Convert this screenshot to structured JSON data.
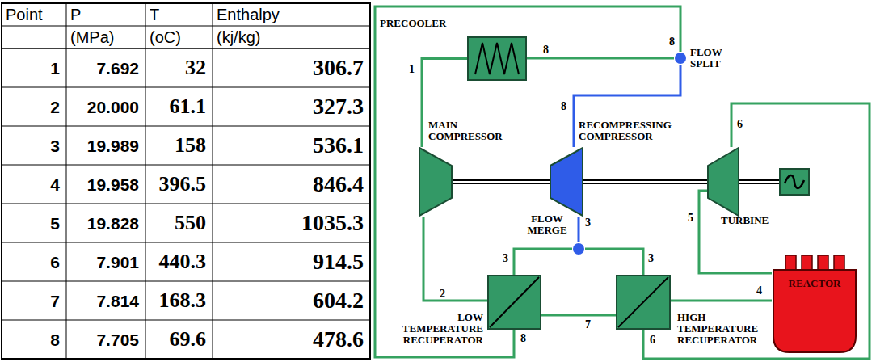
{
  "diagram": {
    "nodes": [
      {
        "text": [
          "PRECOOLER"
        ]
      },
      {
        "text": [
          "FLOW SPLIT"
        ]
      },
      {
        "text": [
          "MAIN COMPRESSOR"
        ]
      },
      {
        "text": [
          "RECOMPRESSING COMPRESSOR"
        ]
      },
      {
        "text": [
          "TURBINE"
        ]
      },
      {
        "text": [
          "FLOW MERGE"
        ]
      },
      {
        "text": [
          "LOW TEMPERATURE RECUPERATOR"
        ]
      },
      {
        "text": [
          "HIGH TEMPERATURE RECUPERATOR"
        ]
      },
      {
        "text": [
          "REACTOR"
        ]
      }
    ],
    "edges": [
      {
        "from": 1,
        "to": 0,
        "label": "8",
        "arrow": "none"
      },
      {
        "from": 0,
        "to": 2,
        "label": "1",
        "arrow": "none"
      },
      {
        "from": 2,
        "to": 6,
        "label": "2",
        "arrow": "none"
      },
      {
        "from": 1,
        "to": 3,
        "label": "8",
        "arrow": "none"
      },
      {
        "from": 3,
        "to": 5,
        "label": "3",
        "arrow": "none"
      },
      {
        "from": 6,
        "to": 5,
        "label": "3",
        "arrow": "none"
      },
      {
        "from": 5,
        "to": 7,
        "label": "3",
        "arrow": "none"
      },
      {
        "from": 7,
        "to": 8,
        "label": "4",
        "arrow": "none"
      },
      {
        "from": 8,
        "to": 4,
        "label": "5",
        "arrow": "none"
      },
      {
        "from": 4,
        "to": 7,
        "label": "6",
        "arrow": "none"
      },
      {
        "from": 7,
        "to": 6,
        "label": "7",
        "arrow": "none"
      },
      {
        "from": 6,
        "to": 1,
        "label": "8",
        "arrow": "none"
      },
      {
        "from": 2,
        "to": 3,
        "arrow": "none"
      },
      {
        "from": 3,
        "to": 4,
        "arrow": "none"
      }
    ],
    "labels": [
      "Point",
      "P",
      "T",
      "Enthalpy",
      "(MPa)",
      "(oC)",
      "(kj/kg)",
      "1",
      "7.692",
      "32",
      "306.7",
      "2",
      "20.000",
      "61.1",
      "327.3",
      "3",
      "19.989",
      "158",
      "536.1",
      "4",
      "19.958",
      "396.5",
      "846.4",
      "5",
      "19.828",
      "550",
      "1035.3",
      "6",
      "7.901",
      "440.3",
      "914.5",
      "7",
      "7.814",
      "168.3",
      "604.2",
      "8",
      "7.705",
      "69.6",
      "478.6",
      "8",
      "6"
    ]
  }
}
